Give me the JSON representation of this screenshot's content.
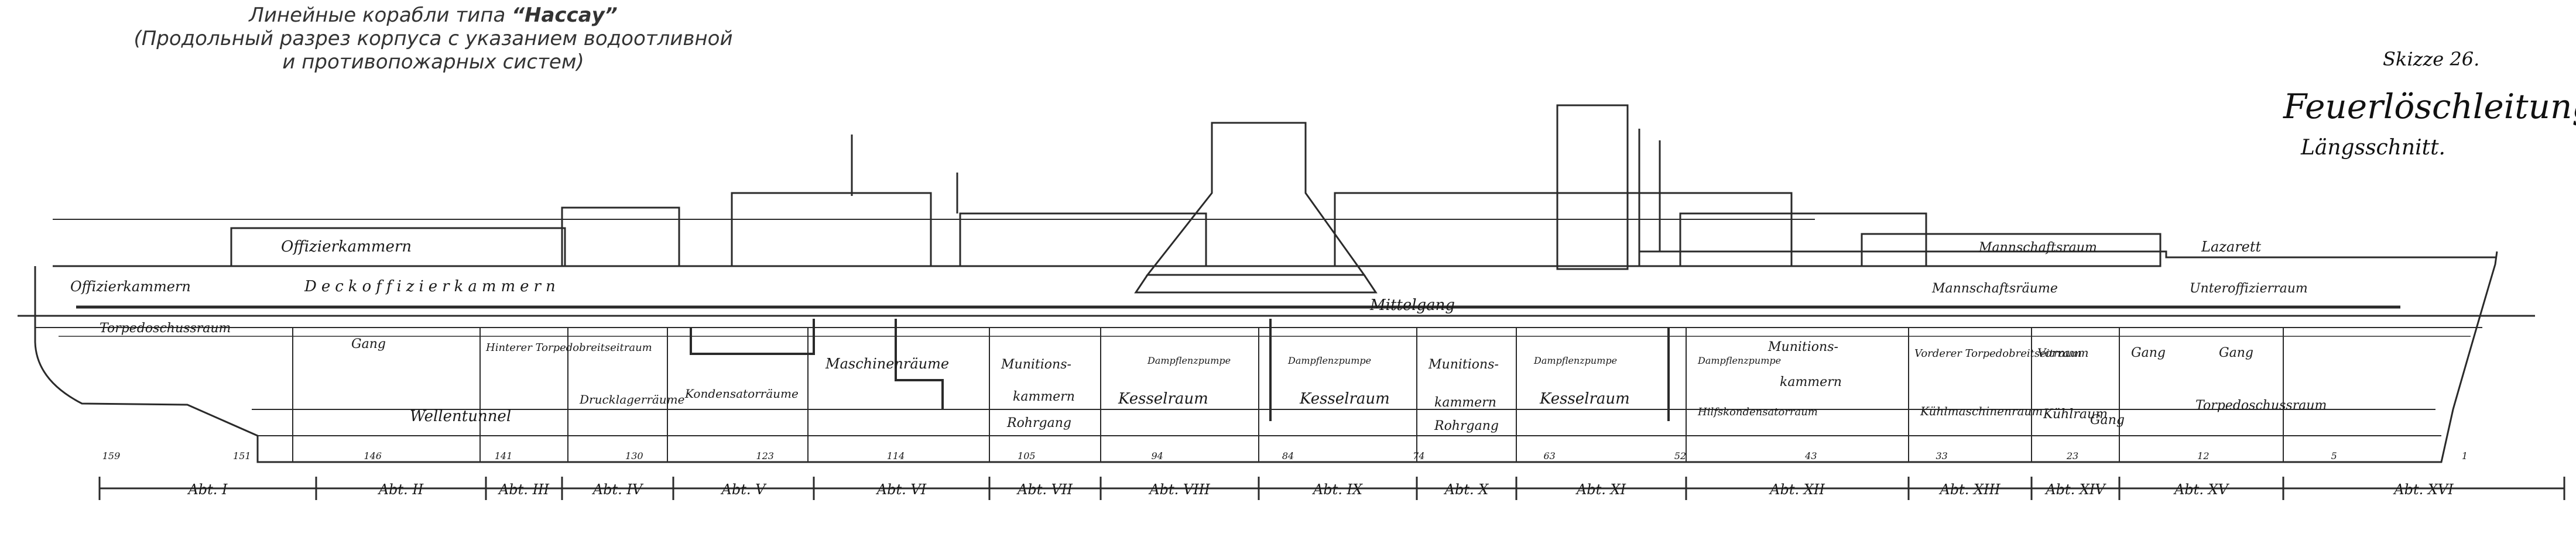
{
  "russian_title": {
    "line1_prefix": "Линейные корабли типа ",
    "line1_name": "“Нассау”",
    "line2": "(Продольный разрез корпуса с указанием водоотливной",
    "line3": "и противопожарных систем)"
  },
  "german_title": {
    "sketch": "Skizze 26.",
    "title": "Feuerlöschleitung.",
    "subtitle": "Längsschnitt."
  },
  "compartments": [
    {
      "label": "Abt. I"
    },
    {
      "label": "Abt. II"
    },
    {
      "label": "Abt. III"
    },
    {
      "label": "Abt. IV"
    },
    {
      "label": "Abt. V"
    },
    {
      "label": "Abt. VI"
    },
    {
      "label": "Abt. VII"
    },
    {
      "label": "Abt. VIII"
    },
    {
      "label": "Abt. IX"
    },
    {
      "label": "Abt. X"
    },
    {
      "label": "Abt. XI"
    },
    {
      "label": "Abt. XII"
    },
    {
      "label": "Abt. XIII"
    },
    {
      "label": "Abt. XIV"
    },
    {
      "label": "Abt. XV"
    },
    {
      "label": "Abt. XVI"
    }
  ],
  "frames": [
    "159",
    "151",
    "146",
    "141",
    "130",
    "123",
    "114",
    "105",
    "94",
    "84",
    "74",
    "63",
    "52",
    "43",
    "33",
    "23",
    "12",
    "5",
    "1"
  ],
  "rooms": {
    "offizierkammern_upper": "Offizierkammern",
    "offizierkammern_lower": "Offizierkammern",
    "deckoffizier": "Deckoffizierkammern",
    "torpedoschuss": "Torpedoschussraum",
    "gang_aft": "Gang",
    "hinterer_torpedo": "Hinterer Torpedobreitseitraum",
    "wellentunnel": "Wellentunnel",
    "drucklager": "Drucklagerräume",
    "kondensator": "Kondensatorräume",
    "maschinenraum": "Maschinenräume",
    "munition_aft_1": "Munitions-",
    "munition_aft_2": "kammern",
    "rohrgang_aft": "Rohrgang",
    "kesselraum_1": "Kesselraum",
    "kesselraum_2": "Kesselraum",
    "kesselraum_3": "Kesselraum",
    "mittelgang": "Mittelgang",
    "munition_fwd_1": "Munitions-",
    "munition_fwd_2": "kammern",
    "rohrgang_fwd": "Rohrgang",
    "munitions_mid": "Munitions-",
    "kammern_mid": "kammern",
    "hilfskondensator": "Hilfskondensatorraum",
    "kuehlmaschinen": "Kühlmaschinenraum",
    "kuehlraum": "Kühlraum",
    "mannschaft_upper": "Mannschaftsraum",
    "mannschaft_lower": "Mannschaftsräume",
    "vorderer_torpedo": "Vorderer Torpedobreitseitraum",
    "gang_fwd_1": "Gang",
    "gang_fwd_2": "Gang",
    "gang_bow": "Gang",
    "vorraum": "Vorraum",
    "lazarett": "Lazarett",
    "unteroffizier": "Unteroffizierraum",
    "torpedoschuss_bow": "Torpedoschussraum",
    "dampfpumpe_1": "Dampflenzpumpe",
    "dampfpumpe_2": "Dampflenzpumpe",
    "dampfpumpe_3": "Dampflenzpumpe",
    "dampfpumpe_4": "Dampflenzpumpe"
  }
}
